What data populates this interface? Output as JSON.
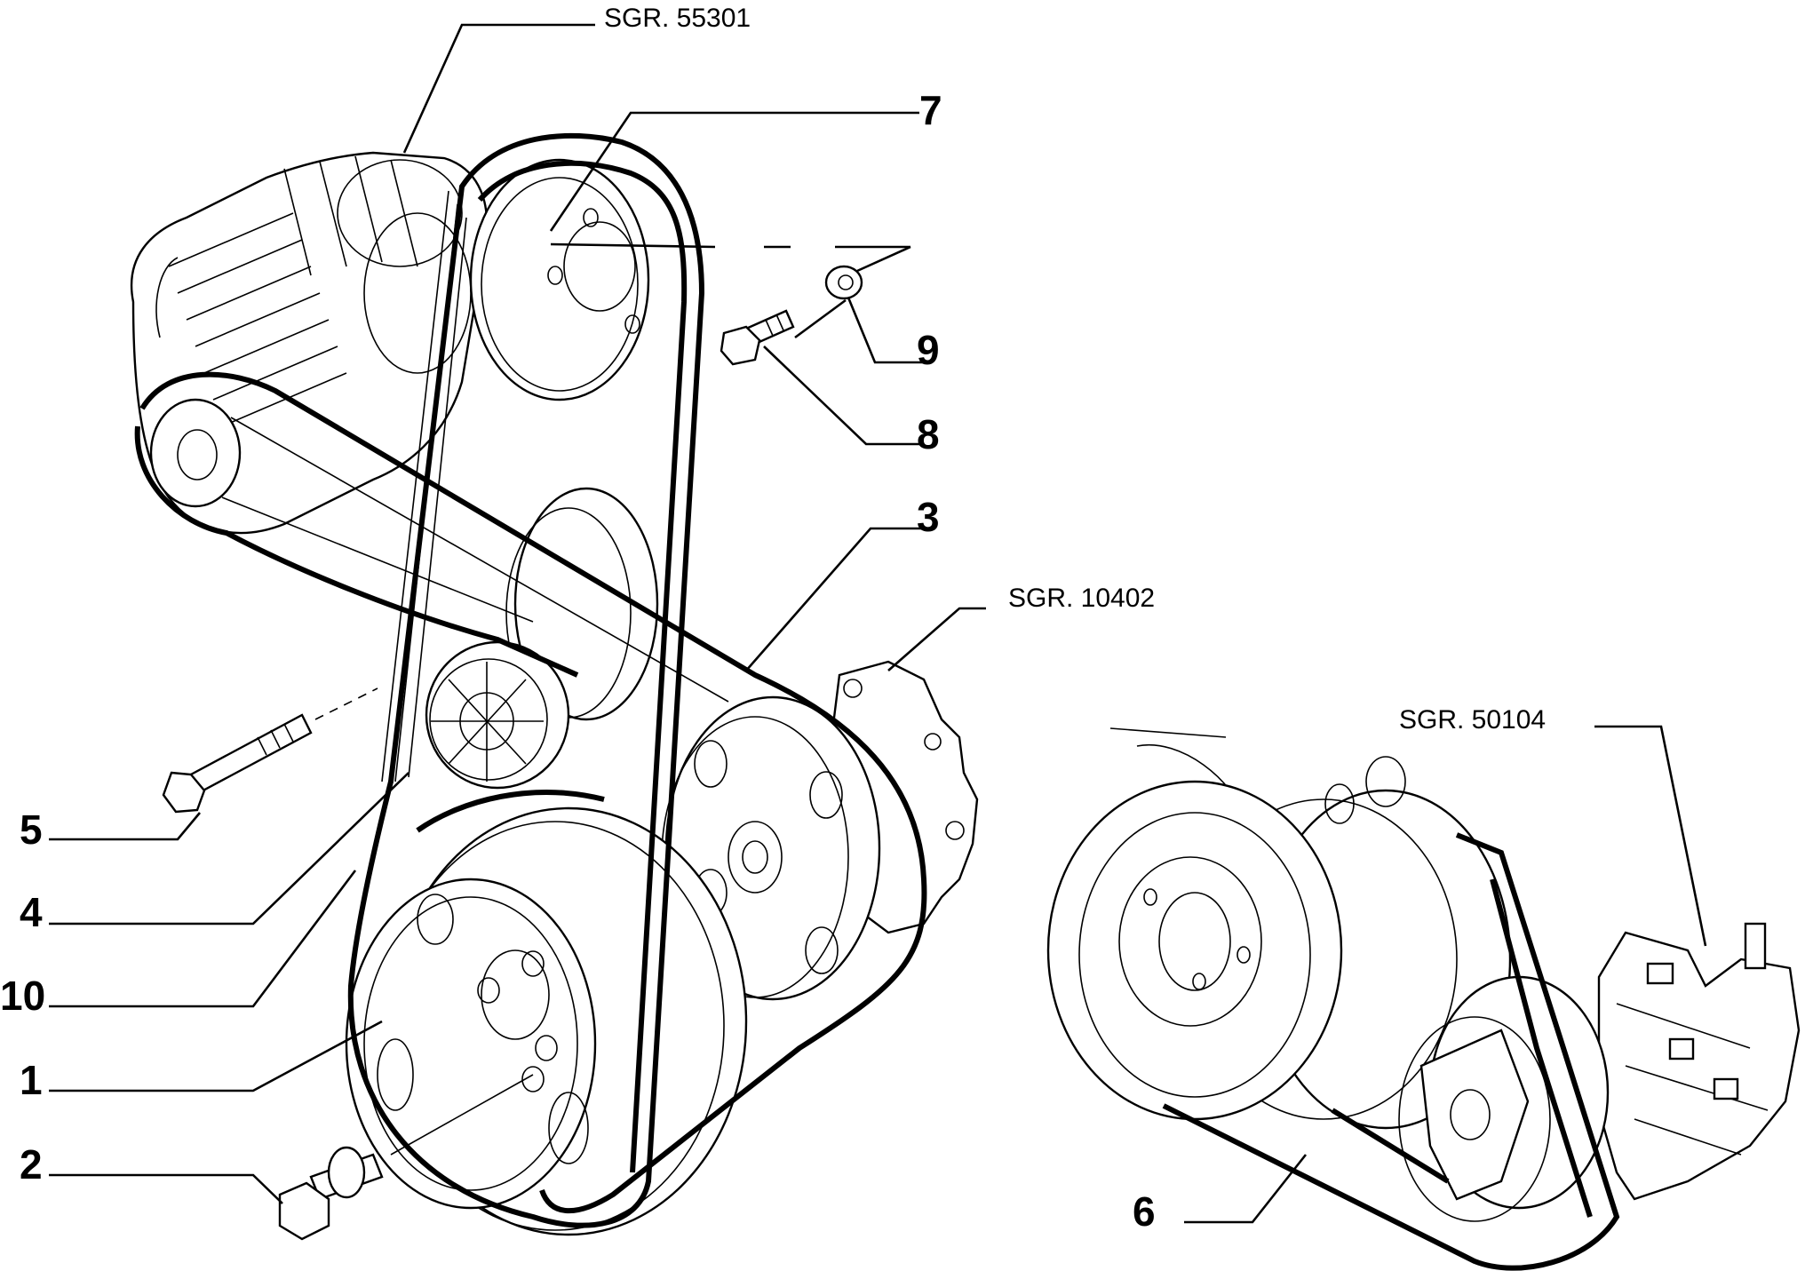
{
  "references": [
    {
      "id": "sgr-55301",
      "text": "SGR. 55301"
    },
    {
      "id": "sgr-10402",
      "text": "SGR. 10402"
    },
    {
      "id": "sgr-50104",
      "text": "SGR. 50104"
    }
  ],
  "callouts": [
    {
      "id": "1",
      "text": "1"
    },
    {
      "id": "2",
      "text": "2"
    },
    {
      "id": "3",
      "text": "3"
    },
    {
      "id": "4",
      "text": "4"
    },
    {
      "id": "5",
      "text": "5"
    },
    {
      "id": "6",
      "text": "6"
    },
    {
      "id": "7",
      "text": "7"
    },
    {
      "id": "8",
      "text": "8"
    },
    {
      "id": "9",
      "text": "9"
    },
    {
      "id": "10",
      "text": "10"
    }
  ]
}
